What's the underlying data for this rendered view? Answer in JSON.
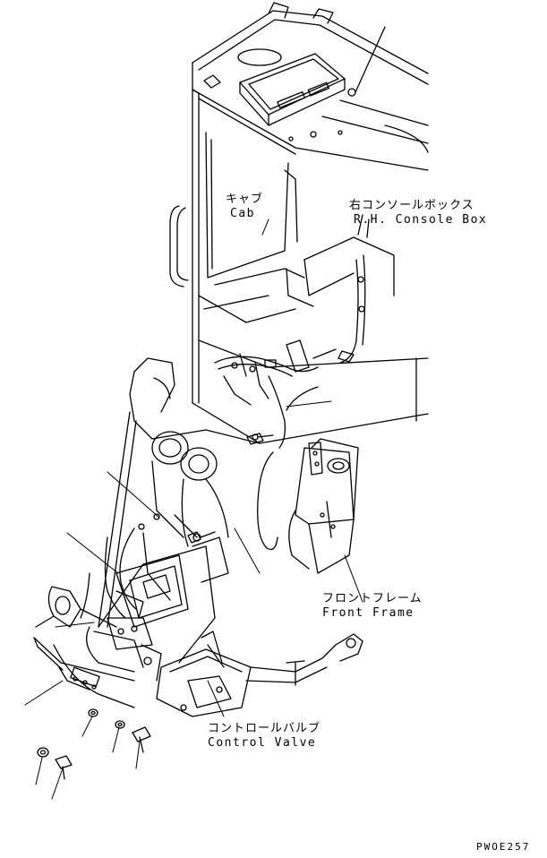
{
  "labels": {
    "cab_jp": "キャブ",
    "cab_en": "Cab",
    "console_jp": "右コンソールボックス",
    "console_en": "R.H. Console Box",
    "front_frame_jp": "フロントフレーム",
    "front_frame_en": "Front Frame",
    "control_valve_jp": "コントロールバルブ",
    "control_valve_en": "Control Valve"
  },
  "drawing_code": "PWOE257"
}
